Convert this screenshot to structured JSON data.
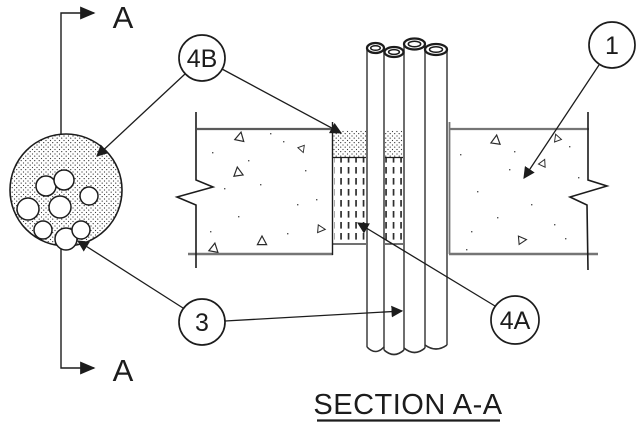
{
  "drawing": {
    "title": "SECTION A-A",
    "section_marker_top": "A",
    "section_marker_bottom": "A",
    "callouts": {
      "c4b": "4B",
      "c1": "1",
      "c3": "3",
      "c4a": "4A"
    },
    "materials": {
      "bundle_detail": "cable-bundle-cross-section",
      "c1_target": "concrete-wall",
      "c3_target": "cables-tubes",
      "c4a_target": "firestop-packing",
      "c4b_target": "sealant-bead"
    },
    "colors": {
      "ink": "#1c1c1c",
      "wall_outline": "#757575",
      "pipe_line": "#4a4a4a",
      "background": "#ffffff"
    }
  }
}
